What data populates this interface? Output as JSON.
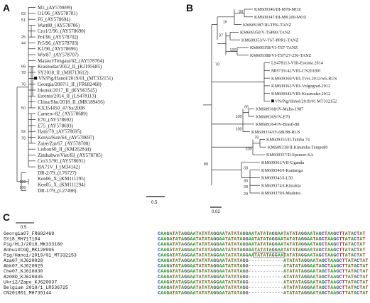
{
  "panels": {
    "a": "A",
    "b": "B",
    "c": "C"
  },
  "tree_a": {
    "leaves": [
      {
        "label": "M1_(AY578699)"
      },
      {
        "label": "O1/96_(AY578701)"
      },
      {
        "label": "F6_(AY578694)"
      },
      {
        "label": "Wart80_(AY578706)"
      },
      {
        "label": "Cro1/2/96_(AY578690)"
      },
      {
        "label": "Pr4/96_(AY578702)"
      },
      {
        "label": "Pr5/96_(AY578703)"
      },
      {
        "label": "K1/96_(AY578696)"
      },
      {
        "label": "Wb/87_(AY578707)"
      },
      {
        "label": "Malawi/Tengani/62_(AY578704)"
      },
      {
        "label": "Krasnodar/2012_II_(KJ195685)"
      },
      {
        "label": "SY2018_II_(MH713612)"
      },
      {
        "label": "VN/Pig/Hanoi/2019/01_(MT332151)",
        "highlight": true
      },
      {
        "label": "Georgia/2007/1_II_(FR682468)"
      },
      {
        "label": "Irkutsk/2017_II_(KY963545)"
      },
      {
        "label": "Estonia/2014_II_(LS478113)"
      },
      {
        "label": "China/Shn/2018_II_(MK189456)"
      },
      {
        "label": "KX354450_47/Ss/2008"
      },
      {
        "label": "Camero-82_(AY578689)"
      },
      {
        "label": "E70_(AY578692)"
      },
      {
        "label": "E75_(AY578693)"
      },
      {
        "label": "Haiti/79_(AY578695)"
      },
      {
        "label": "Kenya/Ken/64_(AY578697)"
      },
      {
        "label": "Zaire/Zai/67_(AY578708)"
      },
      {
        "label": "Lisbon60_II_(KM262844)"
      },
      {
        "label": "Zimbabwe/Viet/83_(AY578705)"
      },
      {
        "label": "Cro3.5/96_(AY578691)"
      },
      {
        "label": "BA71V_I_(M34142)"
      },
      {
        "label": "DR-2/79_(L76727)"
      },
      {
        "label": "Ken06_X_(KM111295)"
      },
      {
        "label": "Ken05_X_(KM111294)"
      },
      {
        "label": "DR-1/79_(L27498)"
      }
    ],
    "bootstrap": [
      "63",
      "51",
      "25",
      "44",
      "99",
      "78",
      "76",
      "50",
      "92",
      "78",
      "100",
      "100"
    ],
    "scale_label": "0.5"
  },
  "tree_b": {
    "leaves": [
      {
        "label": "KM609346/III-M78-MOZ"
      },
      {
        "label": "KM609347/III-MK200-MOZ"
      },
      {
        "label": "KM609387/III-TFK-TANZ"
      },
      {
        "label": "KM609350/V-TSP80-TANZ"
      },
      {
        "label": "KM609353/V-T67-PPR1-TANZ"
      },
      {
        "label": "KM609358/VI-TS7-TANZ"
      },
      {
        "label": "KM609388/VI-TS7/27-230-TANZ"
      },
      {
        "label": "LS478113-VIII-Estonia 2014"
      },
      {
        "label": "MH735142/VIII-CN201801"
      },
      {
        "label": "KM609360/VIII-Tver-2012/w6-RUS"
      },
      {
        "label": "KM609362/VIII-Volgograd-2012"
      },
      {
        "label": "KM609342/VIII-Krasnodar-2012"
      },
      {
        "label": "VN/Pig/Hanoi/2019/01 MT332152",
        "highlight": true
      },
      {
        "label": "KM609368/IV-Malta-1987"
      },
      {
        "label": "KM609369/IV-E70"
      },
      {
        "label": "KM609364/IV-Brasil-80"
      },
      {
        "label": "KM609334/IV-68I/88-RUS"
      },
      {
        "label": "KM609355/II-Tamba 74"
      },
      {
        "label": "KM609339/II-Kmumba-Tempe80"
      },
      {
        "label": "KM609357/II-Spencer-SA"
      },
      {
        "label": "KM609361/VII-Uganda"
      },
      {
        "label": "KM609340/I-Kantanga"
      },
      {
        "label": "KM609343/I-L50"
      },
      {
        "label": "KM609374/I-Kimakia"
      },
      {
        "label": "KM609379/I-Madeira"
      }
    ],
    "bootstrap": [
      "99",
      "16",
      "37",
      "100",
      "70",
      "95",
      "100",
      "100",
      "79",
      "100",
      "89",
      "33",
      "30",
      "28",
      "29"
    ],
    "scale_label": "0.02"
  },
  "alignment": {
    "scale_label": "0.5",
    "rows": [
      {
        "name": "Georgia07_FR682468",
        "seq": "CAAGATATAGGAATATATAGGAATATATAGGAATATATAGGAATATATAGGAATAGCTAAGCTTATACTAT"
      },
      {
        "name": "SY18_MH717104",
        "seq": "CAAGATATAGGAATATATAGGAATATATAGGAATATATAGGAATATATAGGAATAGCTAAGCTTATACTAT"
      },
      {
        "name": "Pig/HLJ/2018_MK333180",
        "seq": "CAAGATATAGGAATATATAGGAATATATAGGAATATATAGGAATATATAGGAATAGCTAAGCTTATACTAT"
      },
      {
        "name": "AnhuiXCGQ_MK128995",
        "seq": "CAAGATATAGGAATATATAGGAATATATAGGAATATATAGGAATATATAGGAATAGCTAAGCTTATACTAT"
      },
      {
        "name": "Pig/Hanoi/2019/01_MT332153",
        "seq": "CAAGATATAGGAATATATAGGAATATATAGGAATATATAGGAATATATAGGAATAGCTAAGCTTATACTAT",
        "highlight": true
      },
      {
        "name": "Aza07_KJ620028",
        "seq": "CAAGATATAGGAATATATAGGAATATATAGG------------ATATATAGGAATAGCTAAGCTTATACTAT"
      },
      {
        "name": "Abk07_KJ620029",
        "seq": "CAAGATATAGGAATATATAGGAATATATAGG------------ATATATAGGAATAGCTAAGCTTATACTAT"
      },
      {
        "name": "Che07_KJ620030",
        "seq": "CAAGATATAGGAATATATAGGAATATATAGG------------ATATATAGGAATAGCTAAGCTTATACTAT"
      },
      {
        "name": "Az08D_KJ620035",
        "seq": "CAAGATATAGGAATATATAGGAATATATAGG------------ATATATAGGAATAGCTAAGCTTATACTAT"
      },
      {
        "name": "Ukr12/Zapo_KJ620037",
        "seq": "CAAGATATAGGAATATATAGGAATATATAGG------------ATATATAGGAATAGCTAAGCTTATACTAT"
      },
      {
        "name": "Belgium 2018/1_LR536725",
        "seq": "CAAGATATAGGAATATATAGGAATATATAGG------------ATATATAGGAATAGCTAAGCTTATACTAT"
      },
      {
        "name": "CN201801_MH735144",
        "seq": "CAAGATATAGGAATATATAGGAATATATAGG------------ATATATAGGAATAGCTAAGCTTATACTAT"
      }
    ]
  },
  "colors": {
    "A": "#2aa52a",
    "T": "#cc2222",
    "G": "#555555",
    "C": "#2244cc",
    "gap": "#888888",
    "highlight_box": "#aaaaaa"
  }
}
